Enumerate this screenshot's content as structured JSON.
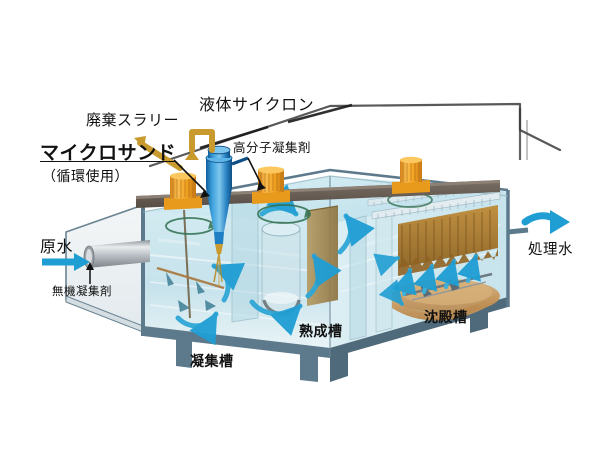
{
  "diagram": {
    "title": "micro-sand ballasted flocculation water treatment plant cutaway",
    "labels": {
      "micro_sand": "マイクロサンド",
      "micro_sand_sub": "（循環使用）",
      "waste_slurry": "廃棄スラリー",
      "liquid_cyclone": "液体サイクロン",
      "polymer_coagulant": "高分子凝集剤",
      "raw_water": "原水",
      "inorganic_coagulant": "無機凝集剤",
      "treated_water": "処理水",
      "coagulation_tank": "凝集槽",
      "maturation_tank": "熟成槽",
      "sedimentation_tank": "沈殿槽"
    },
    "colors": {
      "cyclone_body": "#1f7fc4",
      "cyclone_dark": "#12588f",
      "motor_orange": "#f5a623",
      "motor_orange_dark": "#d4821a",
      "arrow_blue": "#1f9ed4",
      "slurry_gold": "#c99a2e",
      "tank_wall": "#5d7a8c",
      "water_fill": "#bcdfe8",
      "deck_gray": "#6d6259",
      "lamella_brown": "#a8752c",
      "sludge_tan": "#c79a5b",
      "pipe_silver": "#c9cdd0",
      "text": "#111111",
      "background": "#ffffff"
    },
    "flow_arrows": [
      {
        "name": "raw-water-inlet",
        "direction": "right",
        "color": "#1f9ed4"
      },
      {
        "name": "treated-water-outlet",
        "direction": "right",
        "color": "#1f9ed4"
      },
      {
        "name": "waste-slurry-discharge",
        "direction": "upper-left",
        "color": "#c99a2e"
      }
    ],
    "tanks": [
      {
        "name": "coagulation",
        "label": "凝集槽",
        "has_agitator": true
      },
      {
        "name": "maturation",
        "label": "熟成槽",
        "has_agitator": true
      },
      {
        "name": "sedimentation",
        "label": "沈殿槽",
        "has_lamella": true
      }
    ]
  }
}
